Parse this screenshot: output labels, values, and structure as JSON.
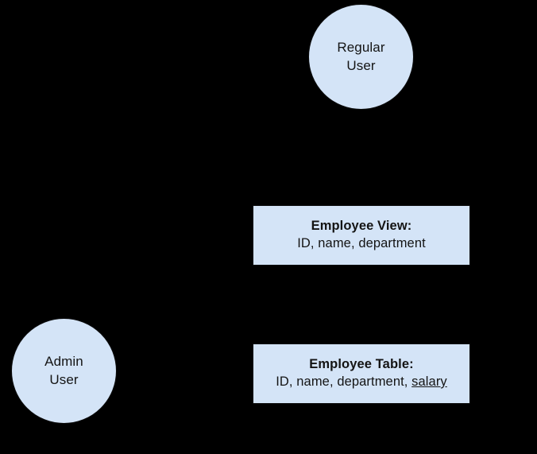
{
  "diagram": {
    "background_color": "#000000",
    "shape_fill_color": "#d4e4f7",
    "shape_stroke_color": "#0a0a0a",
    "text_color": "#141414",
    "actors": [
      {
        "id": "regular-user",
        "shape": "circle",
        "line1": "Regular",
        "line2": "User"
      },
      {
        "id": "admin-user",
        "shape": "circle",
        "line1": "Admin",
        "line2": "User"
      }
    ],
    "entities": [
      {
        "id": "employee-view",
        "shape": "rectangle",
        "title": "Employee View:",
        "fields_plain": "ID, name, department",
        "fields_underlined": ""
      },
      {
        "id": "employee-table",
        "shape": "rectangle",
        "title": "Employee Table:",
        "fields_plain": "ID, name, department, ",
        "fields_underlined": "salary"
      }
    ],
    "connectors": [
      {
        "id": "regular-user-to-employee-view",
        "from": "regular-user",
        "to": "employee-view",
        "style": "arrow",
        "color": "#000000"
      },
      {
        "id": "employee-view-to-employee-table",
        "from": "employee-view",
        "to": "employee-table",
        "style": "arrow",
        "color": "#000000"
      },
      {
        "id": "admin-user-to-employee-table",
        "from": "admin-user",
        "to": "employee-table",
        "style": "arrow",
        "color": "#000000"
      }
    ]
  }
}
